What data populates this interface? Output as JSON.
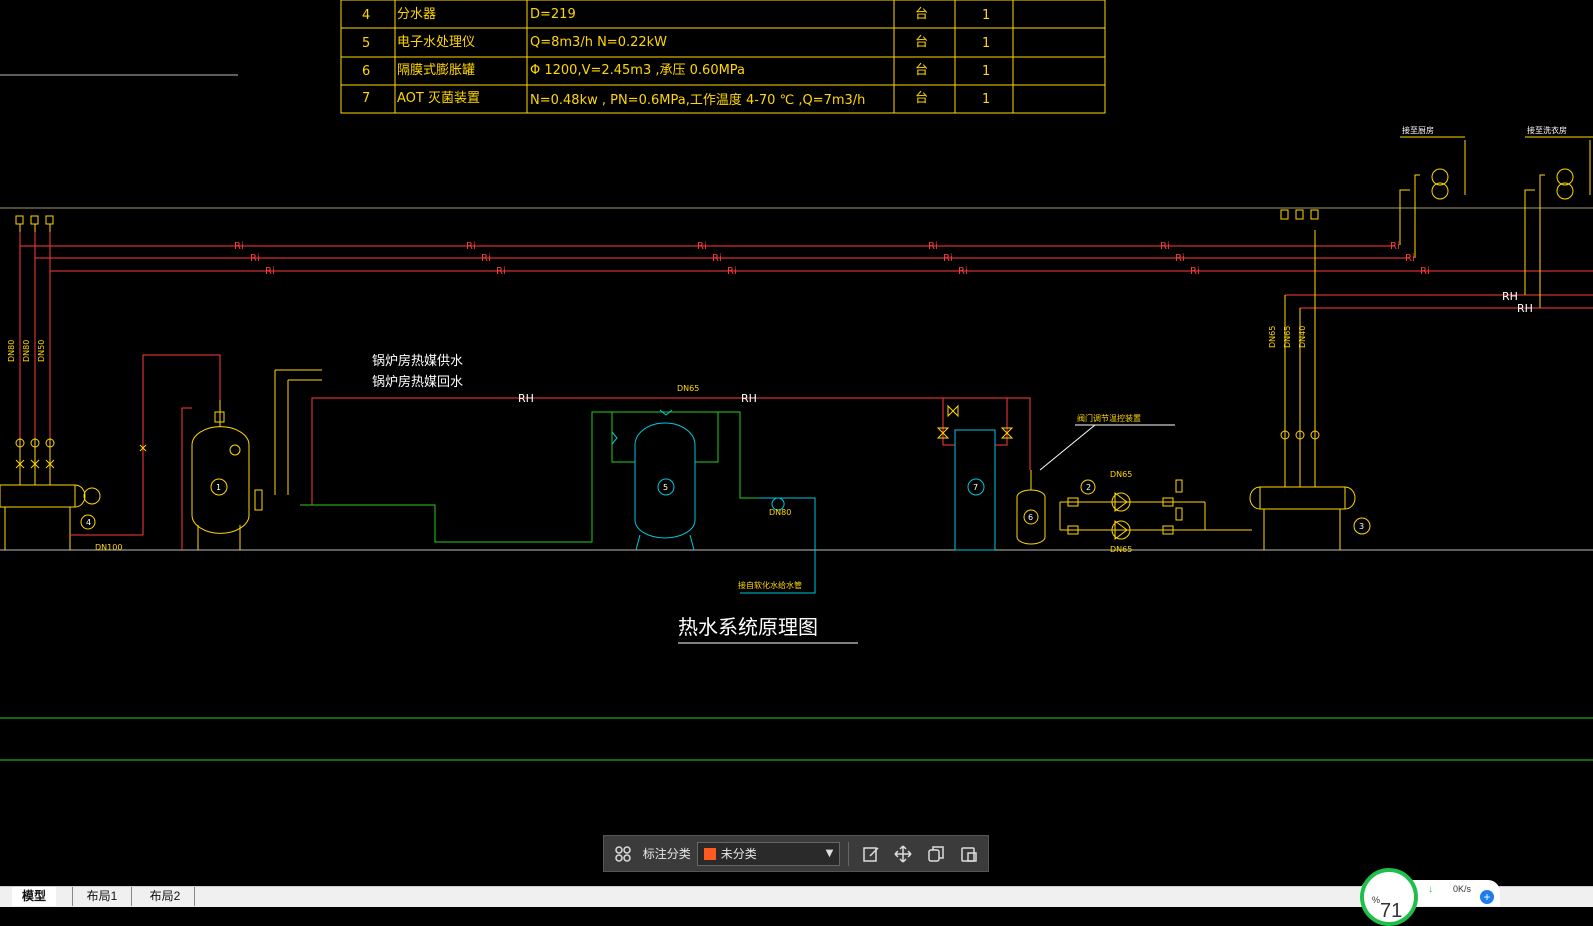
{
  "equipment_table": [
    {
      "no": "4",
      "name": "分水器",
      "spec": "D=219",
      "unit": "台",
      "qty": "1"
    },
    {
      "no": "5",
      "name": "电子水处理仪",
      "spec": "Q=8m3/h      N=0.22kW",
      "unit": "台",
      "qty": "1"
    },
    {
      "no": "6",
      "name": "隔膜式膨胀罐",
      "spec": "Φ 1200,V=2.45m3    ,承压      0.60MPa",
      "unit": "台",
      "qty": "1"
    },
    {
      "no": "7",
      "name": "AOT 灭菌装置",
      "spec": " N=0.48kw ,  PN=0.6MPa,工作温度         4-70 ℃  ,Q=7m3/h",
      "unit": "台",
      "qty": "1"
    }
  ],
  "drawing": {
    "title": "热水系统原理图",
    "supply_label": "锅炉房热媒供水",
    "return_label": "锅炉房热媒回水",
    "pipe_code_r": "Ri",
    "pipe_code_rh": "RH",
    "dn65": "DN65",
    "dn80": "DN80",
    "dn40": "DN40",
    "dn50": "DN50",
    "dn100": "DN100",
    "note_right1": "接至厨房",
    "note_right2": "接至洗衣房",
    "note_softwater": "接自软化水给水管",
    "note_valve": "阀门调节温控装置",
    "callouts": [
      "1",
      "2",
      "3",
      "4",
      "5",
      "6",
      "7"
    ]
  },
  "toolbar": {
    "label": "标注分类",
    "selected": "未分类",
    "swatch_color": "#ff5a1f"
  },
  "tabs": [
    {
      "label": "模型",
      "active": true
    },
    {
      "label": "布局1",
      "active": false
    },
    {
      "label": "布局2",
      "active": false
    }
  ],
  "speed_widget": {
    "percent": "71",
    "percent_unit": "%",
    "rate": "0K/s"
  },
  "colors": {
    "yellow": "#ffd700",
    "red": "#ff3b3b",
    "green": "#22d022",
    "cyan": "#00c8e0",
    "white": "#ffffff"
  }
}
